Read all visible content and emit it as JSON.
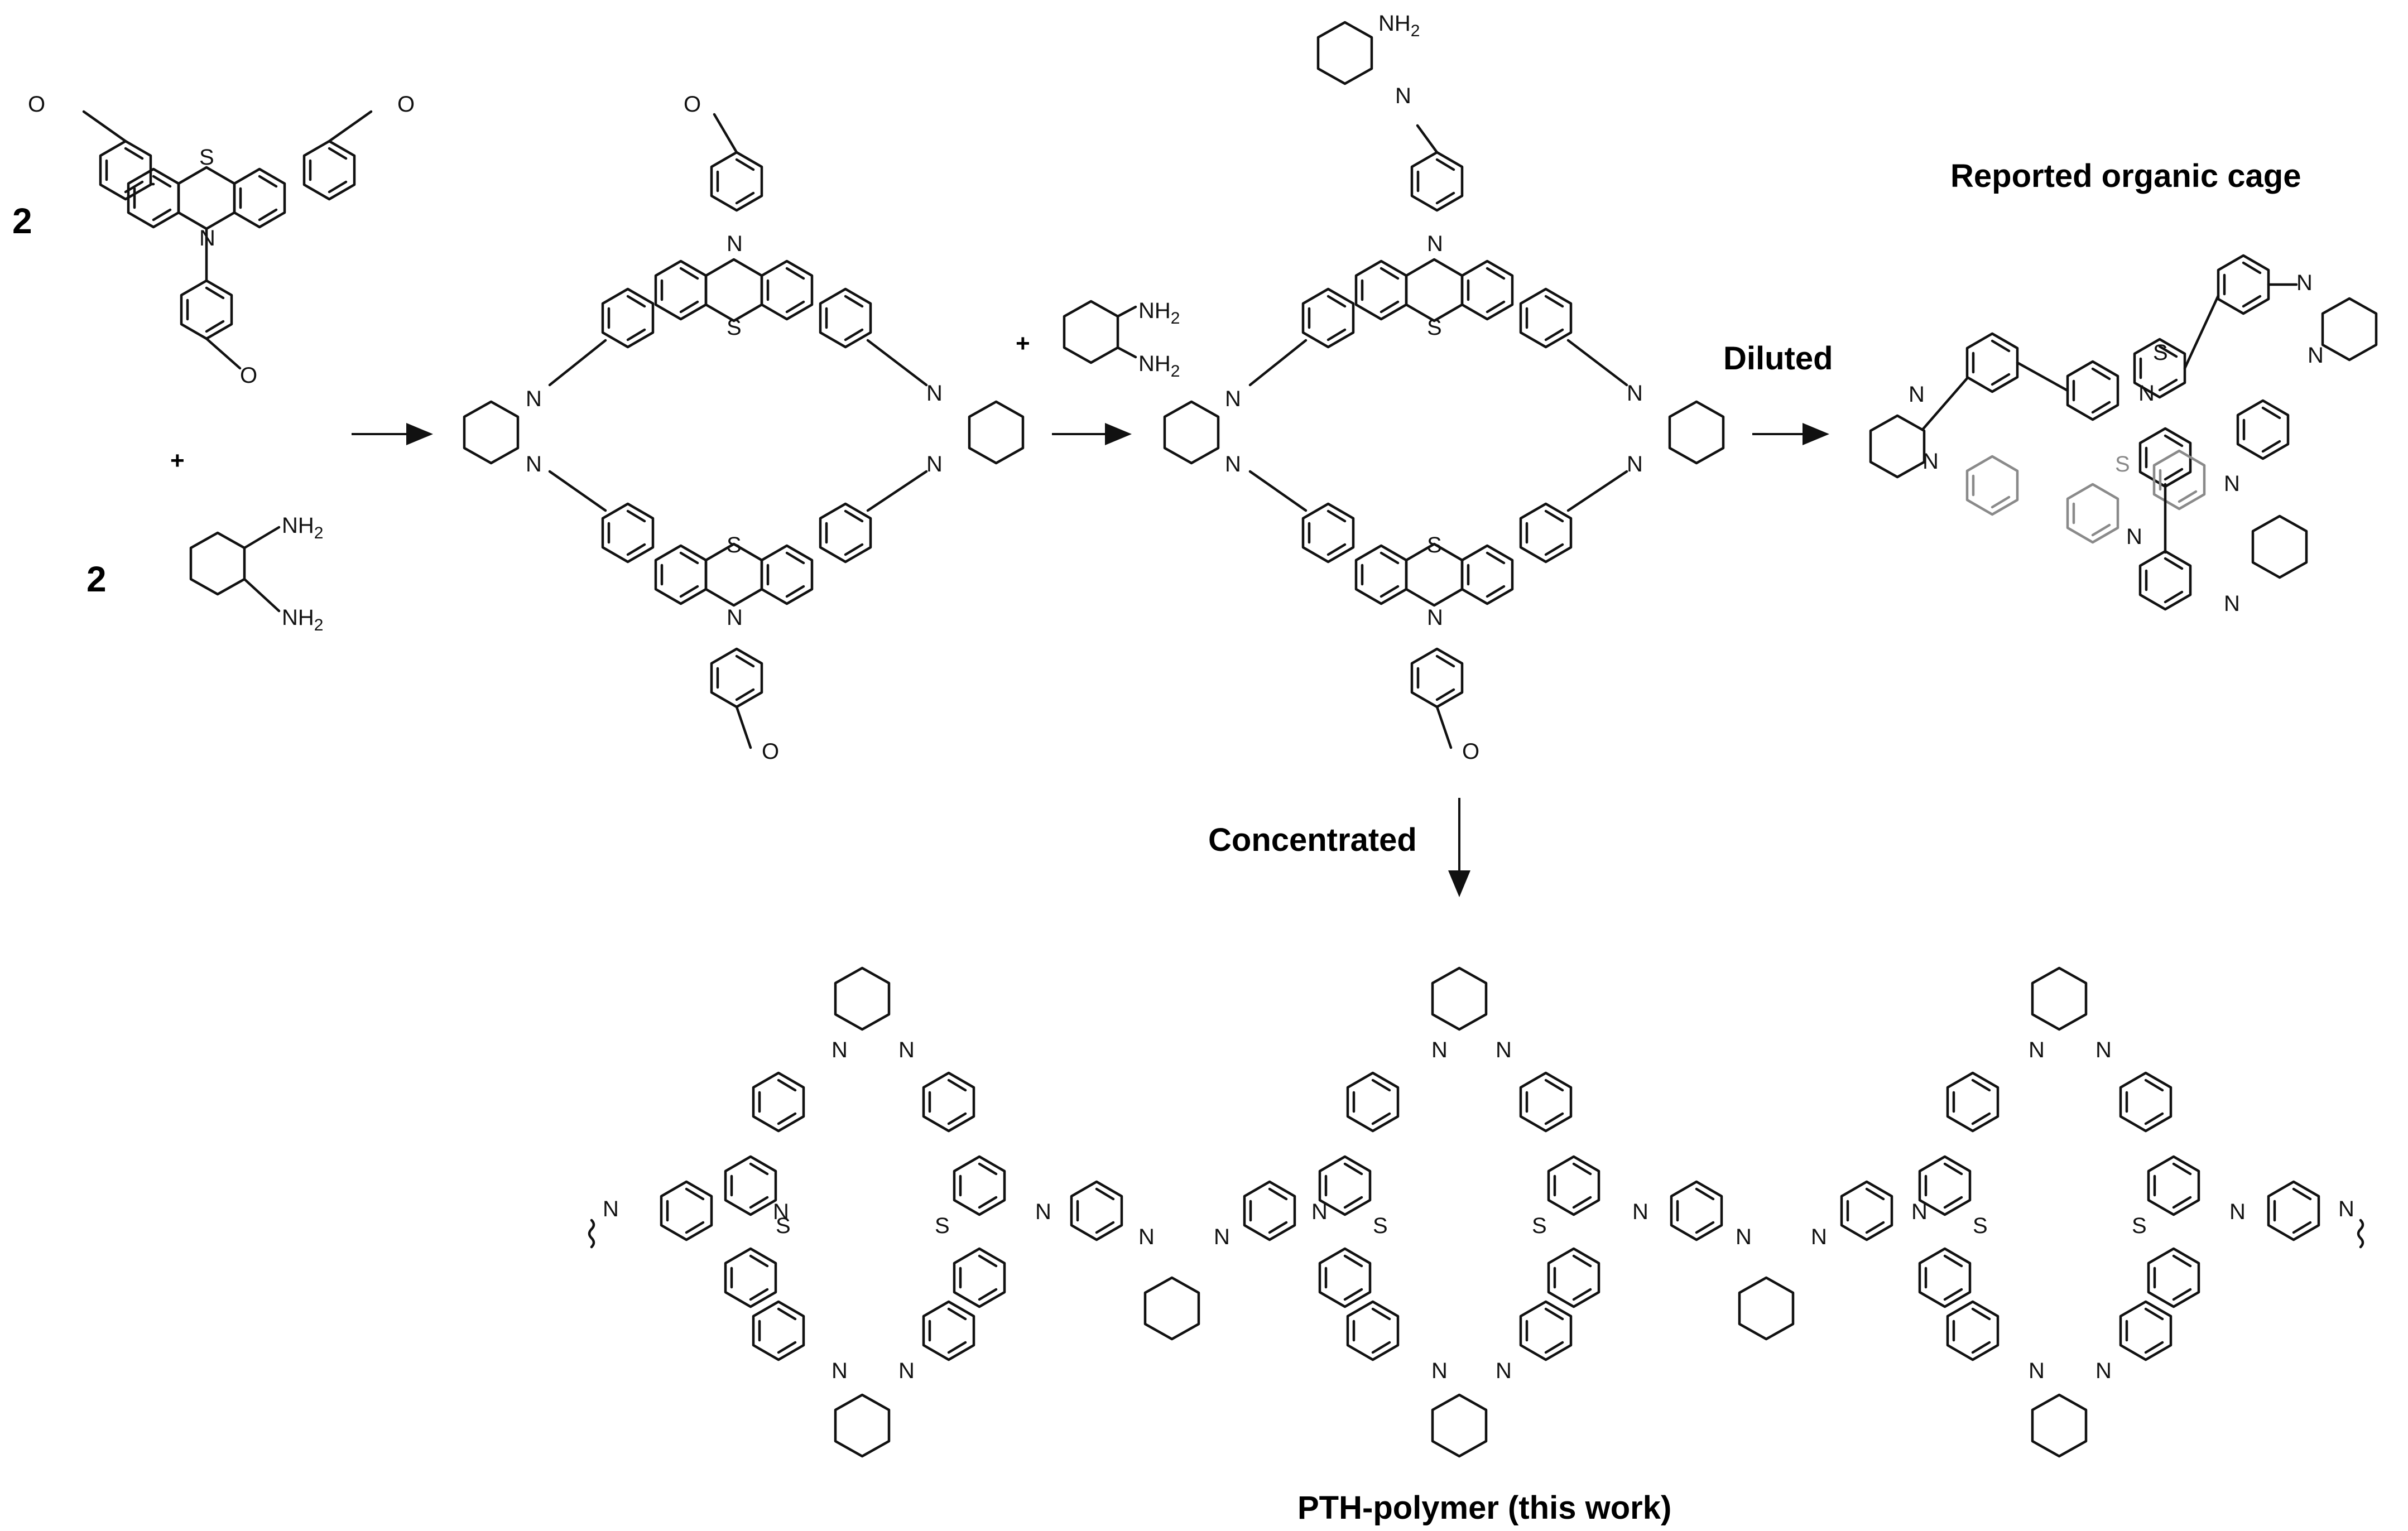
{
  "labels": {
    "coef_dialdehyde": "2",
    "coef_diamine": "2",
    "plus_1": "+",
    "plus_2": "+",
    "diluted": "Diluted",
    "concentrated": "Concentrated",
    "reported_cage": "Reported organic cage",
    "polymer": "PTH-polymer (this work)"
  },
  "atoms": {
    "O": "O",
    "S": "S",
    "N": "N",
    "NH2": "NH2",
    "NH": "NH",
    "sub2": "2"
  },
  "colors": {
    "ink": "#111111",
    "cage_gray": "#8a8a8a",
    "background": "#ffffff"
  }
}
